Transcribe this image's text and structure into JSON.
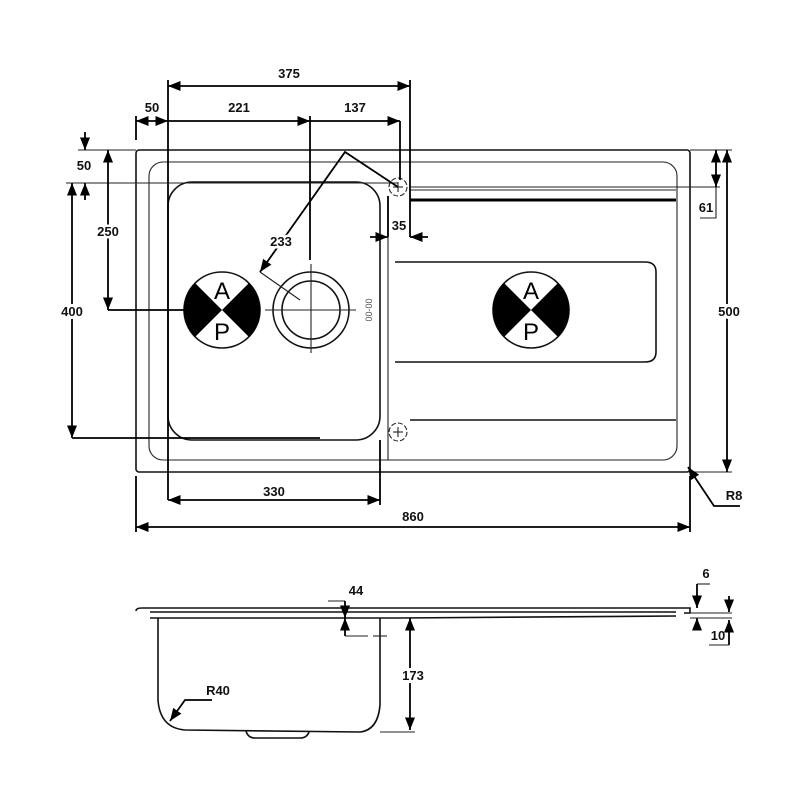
{
  "plan_view": {
    "dims": {
      "overall_to_tap": "375",
      "edge_to_bowl": "50",
      "bowl_to_waste": "221",
      "waste_to_tap": "137",
      "top_to_bowl": "50",
      "top_to_waste": "250",
      "bowl_length": "400",
      "diagonal": "233",
      "tap_offset": "35",
      "tap_from_top": "61",
      "overall_depth": "500",
      "corner_radius": "R8",
      "bowl_width": "330",
      "overall_width": "860"
    },
    "bowl_marking": "00-00",
    "symbol_left": {
      "top": "A",
      "bottom": "P"
    },
    "symbol_right": {
      "top": "A",
      "bottom": "P"
    }
  },
  "side_view": {
    "dims": {
      "waste_depth": "44",
      "bowl_depth": "173",
      "bowl_radius": "R40",
      "rim": "6",
      "thickness": "10"
    }
  }
}
